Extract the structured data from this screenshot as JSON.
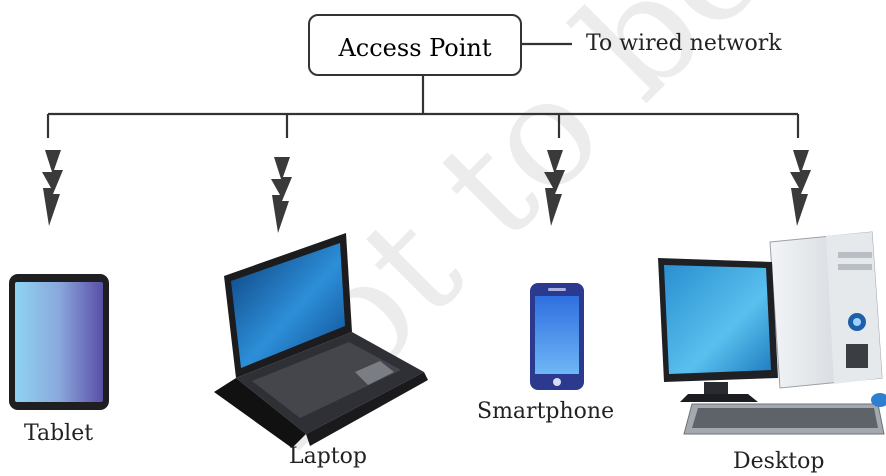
{
  "access_point": {
    "label": "Access Point"
  },
  "uplink": {
    "label": "To wired network"
  },
  "devices": [
    {
      "id": "tablet",
      "label": "Tablet"
    },
    {
      "id": "laptop",
      "label": "Laptop"
    },
    {
      "id": "smartphone",
      "label": "Smartphone"
    },
    {
      "id": "desktop",
      "label": "Desktop"
    }
  ],
  "colors": {
    "line": "#333333",
    "bolt": "#3a3a3a",
    "screen_blue": "#3a8fd8",
    "device_dark": "#2a2a2e",
    "phone_body": "#2b3a8f"
  }
}
